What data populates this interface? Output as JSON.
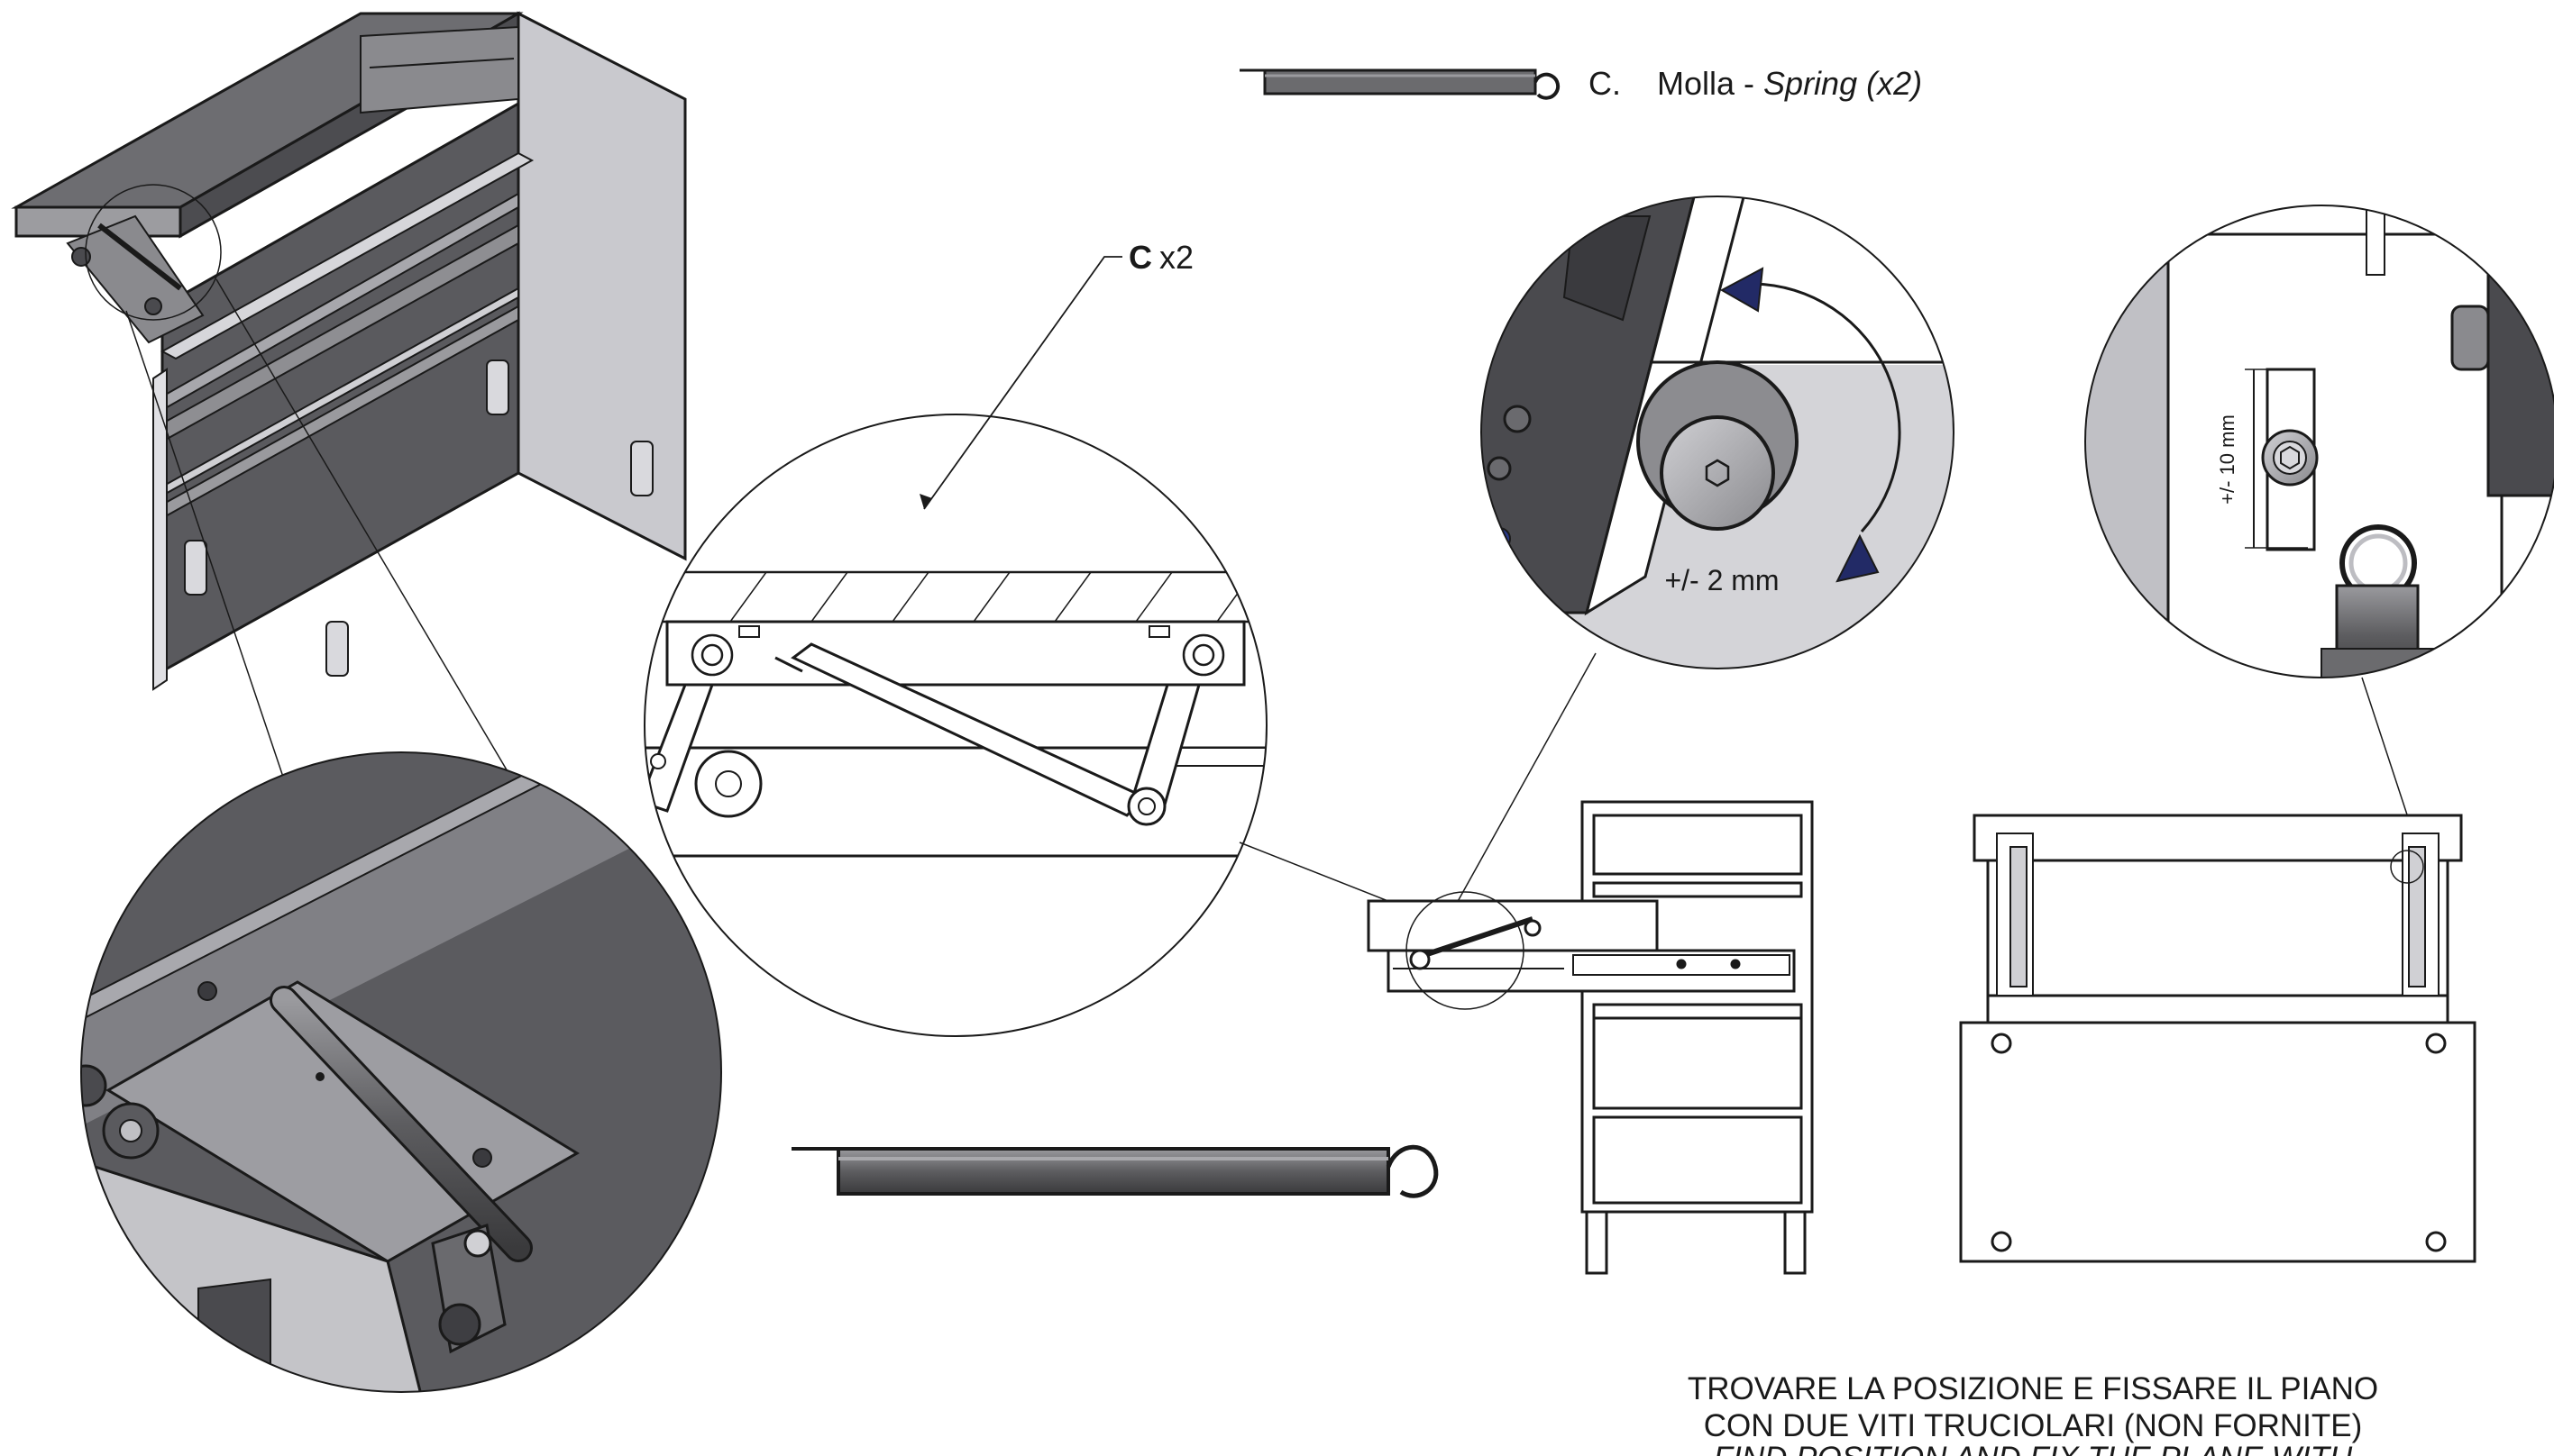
{
  "legend": {
    "letter": "C.",
    "name": "Molla - ",
    "name_en": "Spring (x2)"
  },
  "callout": {
    "letter": "C",
    "qty": "x2"
  },
  "adjustments": {
    "rotation": "+/- 2 mm",
    "vertical": "+/- 10 mm"
  },
  "instruction": {
    "line1": "TROVARE LA POSIZIONE E FISSARE IL PIANO",
    "line2": "CON DUE VITI TRUCIOLARI (NON FORNITE)",
    "line3": "FIND POSITION AND FIX THE PLANE WITH"
  },
  "colors": {
    "steel": "#6b6b6e",
    "dark": "#3f3f42",
    "light": "#bdbdc2",
    "arrow": "#222a66",
    "line": "#1a1a1a"
  }
}
